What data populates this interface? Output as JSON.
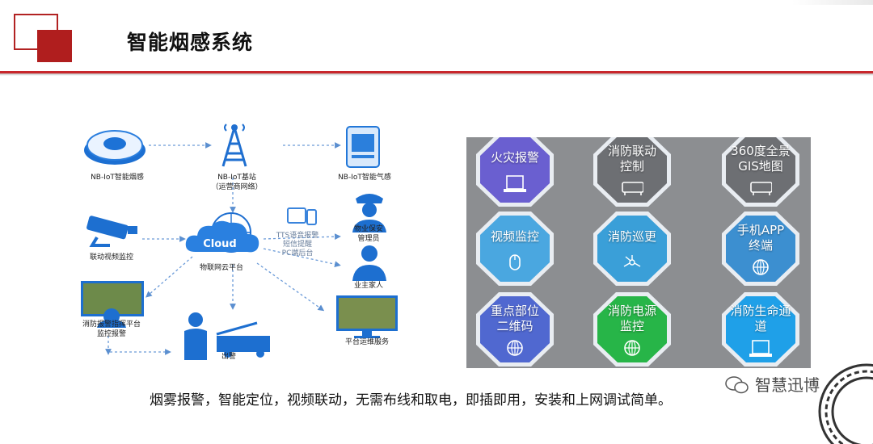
{
  "header": {
    "title": "智能烟感系统"
  },
  "diagram": {
    "nodes": [
      {
        "id": "smoke",
        "label": "NB-IoT智能烟感",
        "icon": "smoke-detector-icon"
      },
      {
        "id": "station",
        "label": "NB-IoT基站",
        "sublabel": "（运营商网络）",
        "icon": "cell-tower-icon"
      },
      {
        "id": "gas",
        "label": "NB-IoT智能气感",
        "icon": "gas-sensor-icon"
      },
      {
        "id": "camera",
        "label": "联动视频监控",
        "icon": "cctv-camera-icon"
      },
      {
        "id": "cloud",
        "label": "物联网云平台",
        "icon_text": "Cloud",
        "icon": "cloud-icon"
      },
      {
        "id": "guard",
        "label": "物业保安",
        "sublabel": "管理员",
        "icon": "security-guard-icon"
      },
      {
        "id": "owner",
        "label": "业主家人",
        "icon": "homeowner-icon"
      },
      {
        "id": "command",
        "label": "消防报警指挥平台",
        "sublabel": "监控报警",
        "icon": "monitor-operator-icon"
      },
      {
        "id": "fire",
        "label": "出警",
        "icon": "fire-truck-icon"
      },
      {
        "id": "ops",
        "label": "平台运维服务",
        "icon": "ops-monitor-icon"
      }
    ],
    "channels": [
      "TTS语音报警",
      "短信提醒",
      "PC端后台"
    ]
  },
  "panel": {
    "tiles": [
      {
        "label": "火灾报警",
        "icon": "alarm-device-icon",
        "color": "#6a5fd0"
      },
      {
        "label": "消防联动\n控制",
        "icon": "control-box-icon",
        "color": "#6d6f73"
      },
      {
        "label": "360度全景\nGIS地图",
        "icon": "map-box-icon",
        "color": "#6d6f73"
      },
      {
        "label": "视频监控",
        "icon": "mouse-icon",
        "color": "#4aa7e0"
      },
      {
        "label": "消防巡更",
        "icon": "network-icon",
        "color": "#3a9fd8"
      },
      {
        "label": "手机APP\n终端",
        "icon": "globe-icon",
        "color": "#3c8fd0"
      },
      {
        "label": "重点部位\n二维码",
        "icon": "globe-icon",
        "color": "#5068d0"
      },
      {
        "label": "消防电源\n监控",
        "icon": "globe-icon",
        "color": "#27b548"
      },
      {
        "label": "消防生命通\n道",
        "icon": "alarm-device-icon",
        "color": "#1fa0e8"
      }
    ]
  },
  "caption": "烟雾报警，智能定位，视频联动，无需布线和取电，即插即用，安装和上网调试简单。",
  "watermark": "智慧迅博"
}
